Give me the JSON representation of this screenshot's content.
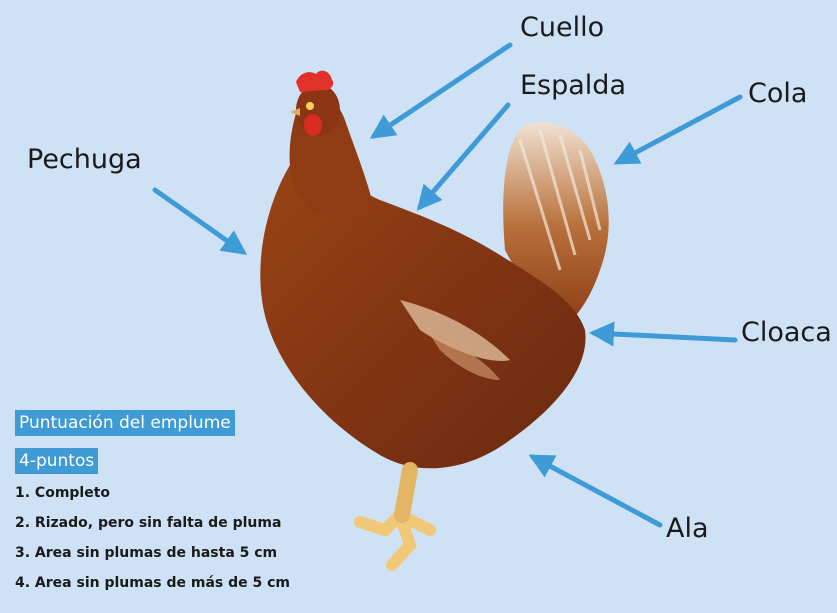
{
  "labels": {
    "cuello": "Cuello",
    "espalda": "Espalda",
    "cola": "Cola",
    "pechuga": "Pechuga",
    "cloaca": "Cloaca",
    "ala": "Ala"
  },
  "scoring": {
    "title": "Puntuación del emplume",
    "subtitle": "4-puntos",
    "items": [
      "1. Completo",
      "2. Rizado, pero sin falta de pluma",
      "3. Area sin plumas de hasta 5 cm",
      "4. Area sin plumas de más de 5 cm"
    ]
  },
  "colors": {
    "background": "#cfe2f5",
    "arrow": "#3f9bd6",
    "badge": "#3f9bd6",
    "feather_main": "#8b3a14",
    "feather_light": "#e8d2bf",
    "comb": "#e0312a",
    "leg": "#f0c877"
  },
  "image": {
    "subject": "hen-photo"
  }
}
